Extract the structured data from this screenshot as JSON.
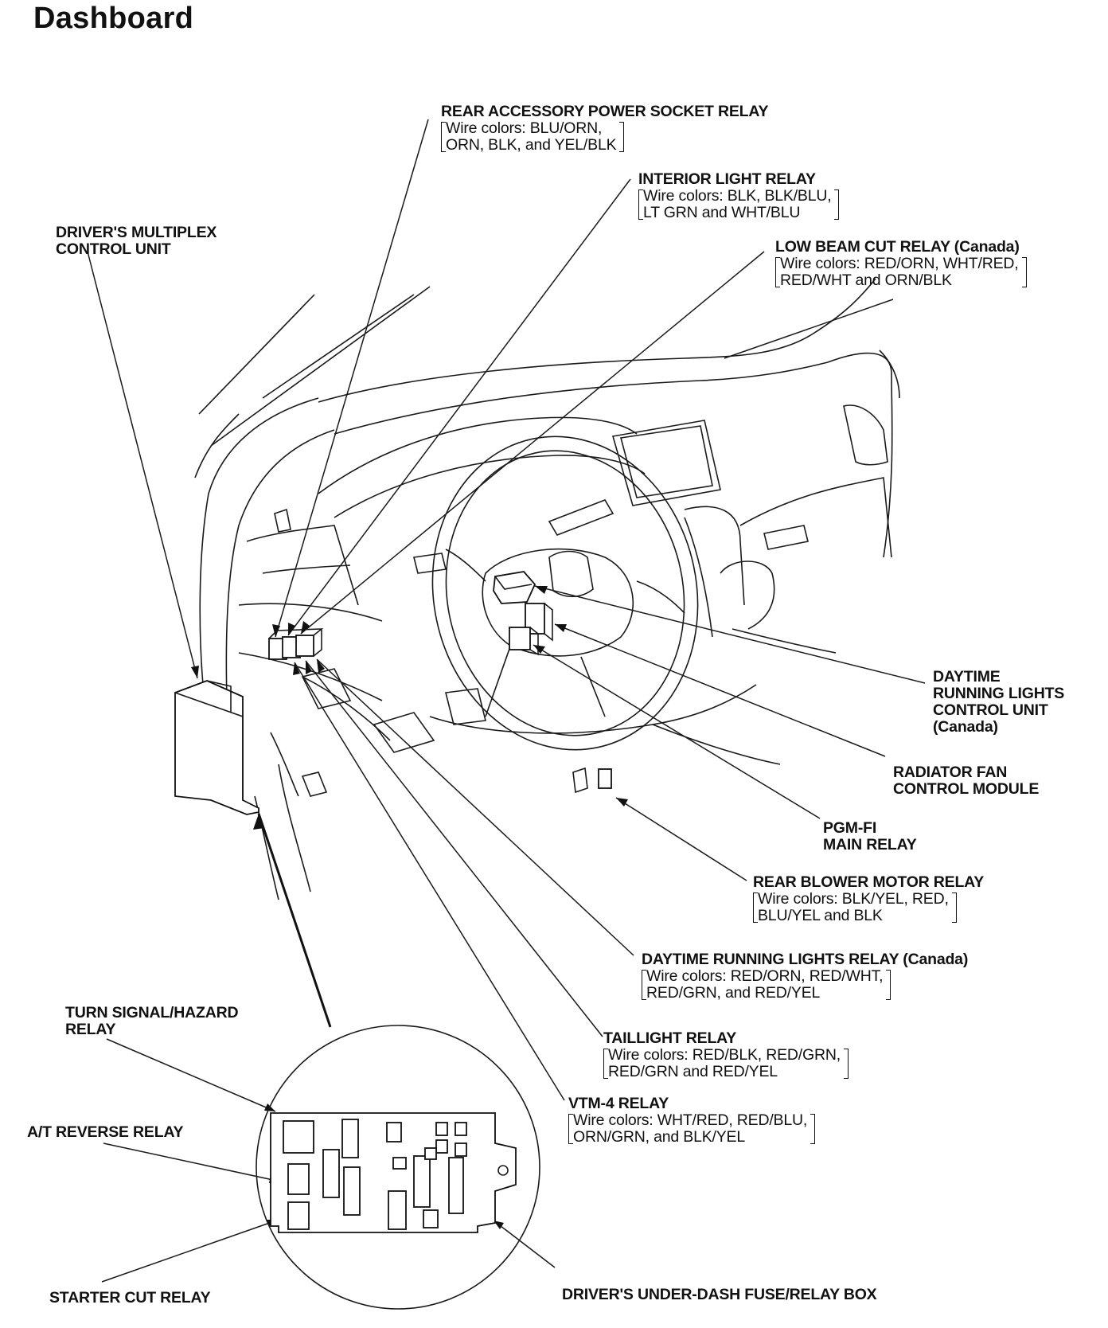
{
  "title": "Dashboard",
  "labels": {
    "rear_accessory": {
      "name": "REAR ACCESSORY POWER SOCKET RELAY",
      "wire": [
        "Wire colors: BLU/ORN,",
        "ORN, BLK, and YEL/BLK"
      ]
    },
    "interior_light": {
      "name": "INTERIOR LIGHT RELAY",
      "wire": [
        "Wire colors: BLK, BLK/BLU,",
        "LT GRN and WHT/BLU"
      ]
    },
    "low_beam": {
      "name": "LOW BEAM CUT RELAY",
      "qualifier": "(Canada)",
      "wire": [
        "Wire colors: RED/ORN, WHT/RED,",
        "RED/WHT and ORN/BLK"
      ]
    },
    "driver_multiplex": {
      "lines": [
        "DRIVER'S MULTIPLEX",
        "CONTROL UNIT"
      ]
    },
    "drl_control_unit": {
      "lines": [
        "DAYTIME",
        "RUNNING LIGHTS",
        "CONTROL UNIT",
        "(Canada)"
      ]
    },
    "radiator_fan": {
      "lines": [
        "RADIATOR FAN",
        "CONTROL MODULE"
      ]
    },
    "pgm_fi": {
      "lines": [
        "PGM-FI",
        "MAIN RELAY"
      ]
    },
    "rear_blower": {
      "name": "REAR BLOWER MOTOR RELAY",
      "wire": [
        "Wire colors: BLK/YEL, RED,",
        "BLU/YEL and BLK"
      ]
    },
    "drl_relay": {
      "name": "DAYTIME RUNNING LIGHTS RELAY",
      "qualifier": "(Canada)",
      "wire": [
        "Wire colors: RED/ORN, RED/WHT,",
        "RED/GRN, and RED/YEL"
      ]
    },
    "taillight": {
      "name": "TAILLIGHT RELAY",
      "wire": [
        "Wire colors: RED/BLK, RED/GRN,",
        "RED/GRN and RED/YEL"
      ]
    },
    "vtm4": {
      "name": "VTM-4 RELAY",
      "wire": [
        "Wire colors: WHT/RED, RED/BLU,",
        "ORN/GRN, and BLK/YEL"
      ]
    },
    "turn_signal": {
      "lines": [
        "TURN SIGNAL/HAZARD",
        "RELAY"
      ]
    },
    "at_reverse": {
      "lines": [
        "A/T REVERSE RELAY"
      ]
    },
    "starter_cut": {
      "lines": [
        "STARTER CUT RELAY"
      ]
    },
    "fuse_box": {
      "lines": [
        "DRIVER'S UNDER-DASH FUSE/RELAY BOX"
      ]
    }
  },
  "colors": {
    "ink": "#111111",
    "paper": "#ffffff"
  }
}
